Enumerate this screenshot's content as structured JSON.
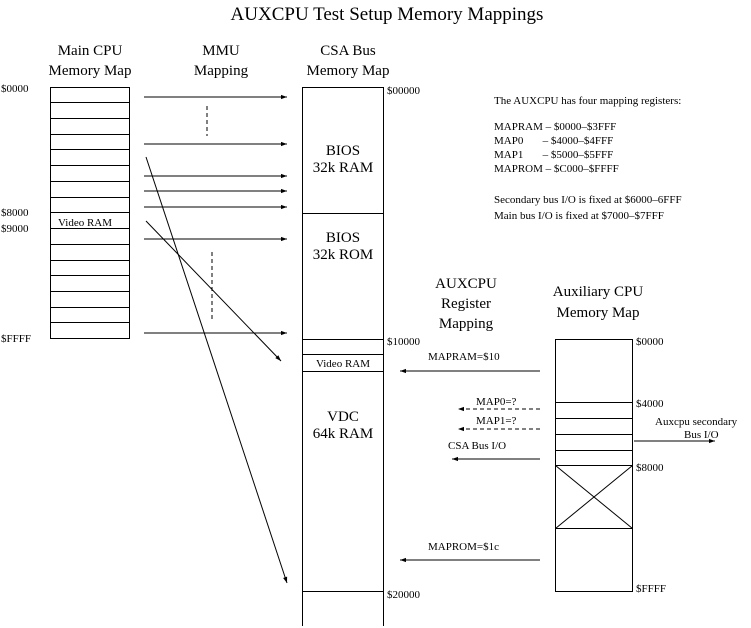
{
  "title": "AUXCPU Test Setup Memory Mappings",
  "headers": {
    "main_cpu": [
      "Main CPU",
      "Memory Map"
    ],
    "mmu": [
      "MMU",
      "Mapping"
    ],
    "csa_bus": [
      "CSA Bus",
      "Memory Map"
    ],
    "auxcpu_reg": [
      "AUXCPU",
      "Register",
      "Mapping"
    ],
    "aux_cpu": [
      "Auxiliary CPU",
      "Memory Map"
    ]
  },
  "main_map": {
    "addr_0000": "$0000",
    "addr_8000": "$8000",
    "addr_9000": "$9000",
    "addr_ffff": "$FFFF",
    "video_ram": "Video RAM"
  },
  "csa_map": {
    "addr_00000": "$00000",
    "addr_10000": "$10000",
    "addr_20000": "$20000",
    "bios_ram": [
      "BIOS",
      "32k RAM"
    ],
    "bios_rom": [
      "BIOS",
      "32k ROM"
    ],
    "video_ram": "Video RAM",
    "vdc": [
      "VDC",
      "64k RAM"
    ]
  },
  "registers_note": {
    "intro": "The AUXCPU has four mapping registers:",
    "lines": [
      "MAPRAM – $0000–$3FFF",
      "MAP0       – $4000–$4FFF",
      "MAP1       – $5000–$5FFF",
      "MAPROM – $C000–$FFFF"
    ],
    "io_lines": [
      "Secondary bus I/O is fixed at $6000–6FFF",
      "Main bus I/O is fixed at $7000–$7FFF"
    ]
  },
  "reg_mapping": {
    "mapram": "MAPRAM=$10",
    "map0": "MAP0=?",
    "map1": "MAP1=?",
    "csa_io": "CSA Bus I/O",
    "maprom": "MAPROM=$1c"
  },
  "aux_map": {
    "addr_0000": "$0000",
    "addr_4000": "$4000",
    "addr_8000": "$8000",
    "addr_ffff": "$FFFF",
    "secondary_io": [
      "Auxcpu secondary",
      "Bus I/O"
    ]
  },
  "colors": {
    "ink": "#000000",
    "background": "#ffffff"
  }
}
